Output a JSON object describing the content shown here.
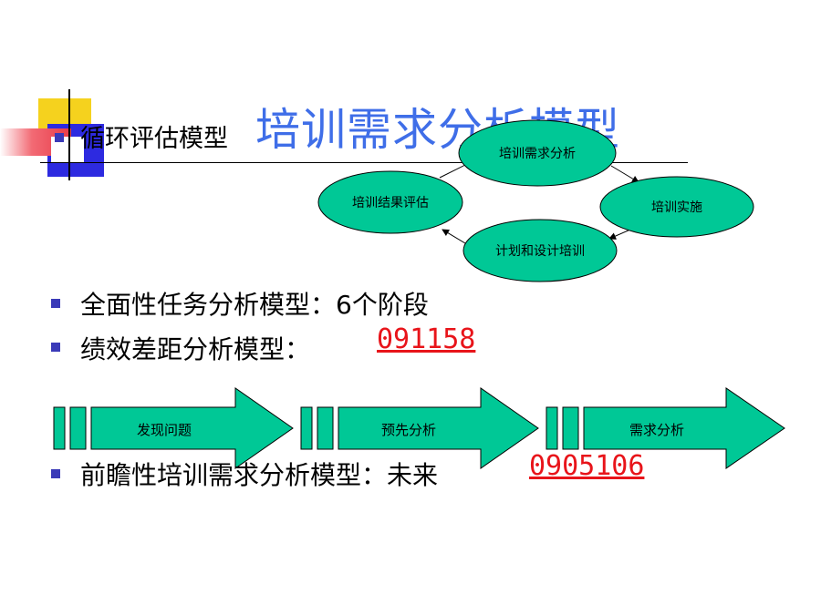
{
  "slide": {
    "title": "培训需求分析模型",
    "cycle_heading": "循环评估模型",
    "cycle": {
      "top": "培训需求分析",
      "right": "培训实施",
      "bottom": "计划和设计培训",
      "left": "培训结果评估"
    },
    "bullets": [
      {
        "text": "全面性任务分析模型：6个阶段",
        "code": ""
      },
      {
        "text": "绩效差距分析模型：",
        "code": "091158"
      },
      {
        "text": "前瞻性培训需求分析模型：未来",
        "code": "0905106"
      }
    ],
    "process_steps": [
      "发现问题",
      "预先分析",
      "需求分析"
    ],
    "colors": {
      "title": "#3f6ee8",
      "shape_fill": "#00c896",
      "code": "#e8141a",
      "bullet": "#3a3ab8"
    }
  }
}
